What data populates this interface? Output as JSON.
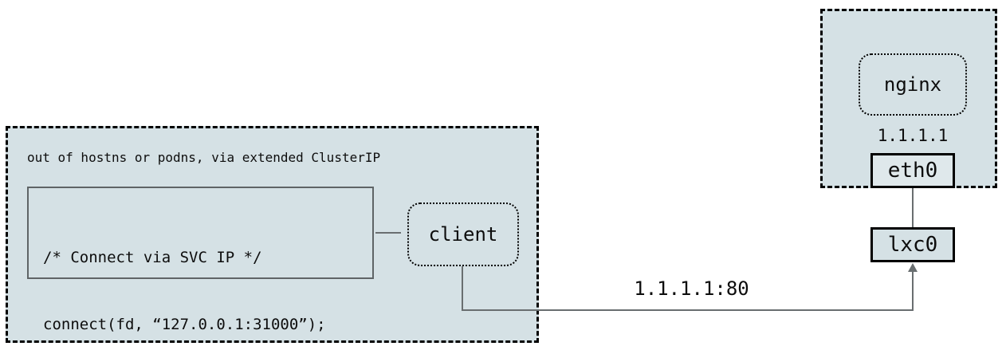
{
  "left_pod": {
    "title": "out of hostns or podns, via extended ClusterIP",
    "code": [
      "/* Connect via SVC IP */",
      "connect(fd, “127.0.0.1:31000”);"
    ],
    "client_label": "client"
  },
  "right_pod": {
    "nginx_label": "nginx",
    "ip_label": "1.1.1.1",
    "eth0_label": "eth0",
    "lxc0_label": "lxc0"
  },
  "connection": {
    "label": "1.1.1.1:80"
  },
  "colors": {
    "pod_fill": "#d5e1e5",
    "eth0_fill": "#dfe8eb",
    "line_gray": "#696e70",
    "border_black": "#000000"
  }
}
